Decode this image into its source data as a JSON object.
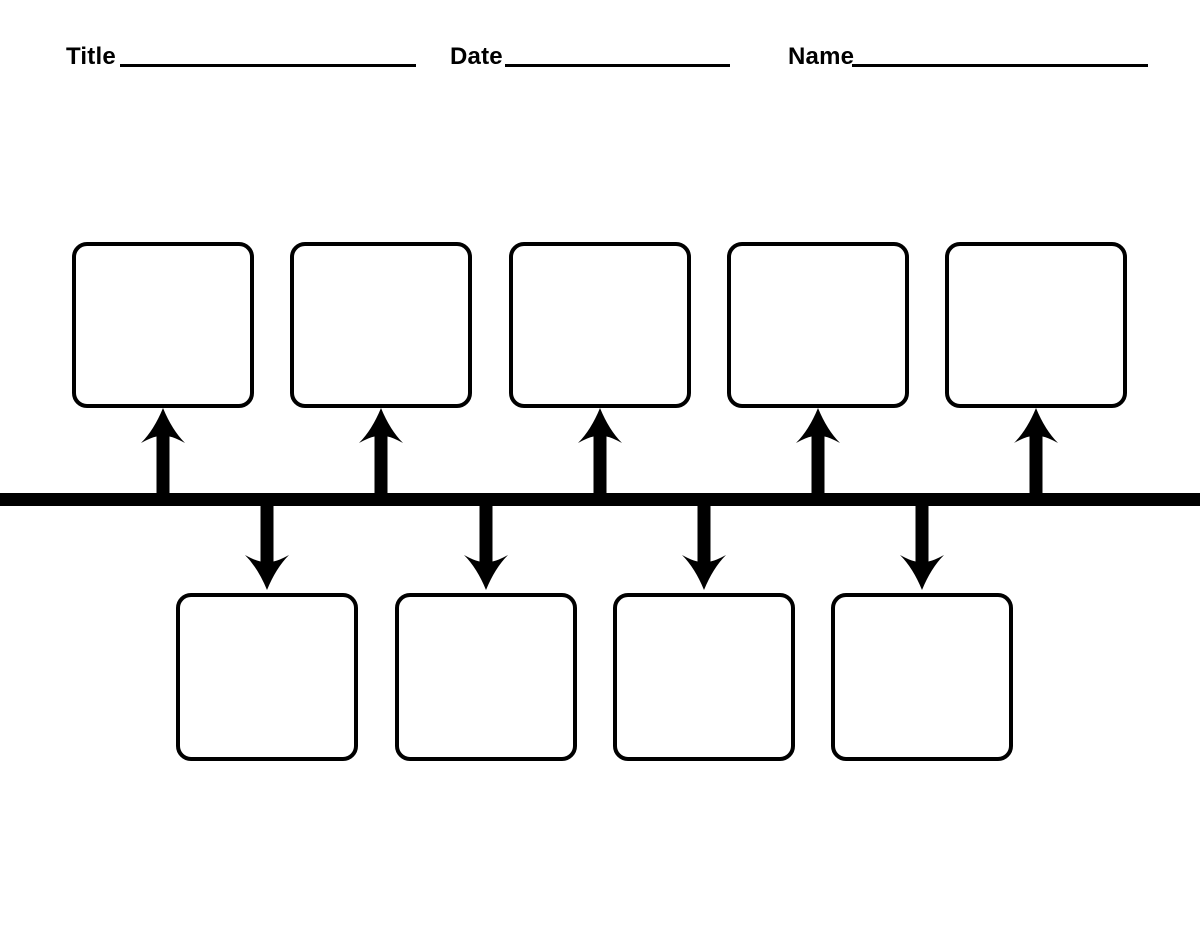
{
  "page": {
    "kind": "blank-timeline-worksheet",
    "background_color": "#ffffff",
    "ink_color": "#000000"
  },
  "header": {
    "title_label": "Title",
    "title_value": "",
    "date_label": "Date",
    "date_value": "",
    "name_label": "Name",
    "name_value": ""
  },
  "timeline": {
    "bar_color": "#000000",
    "orientation": "horizontal",
    "events_above": [
      {
        "id": "above-1",
        "text": ""
      },
      {
        "id": "above-2",
        "text": ""
      },
      {
        "id": "above-3",
        "text": ""
      },
      {
        "id": "above-4",
        "text": ""
      },
      {
        "id": "above-5",
        "text": ""
      }
    ],
    "events_below": [
      {
        "id": "below-1",
        "text": ""
      },
      {
        "id": "below-2",
        "text": ""
      },
      {
        "id": "below-3",
        "text": ""
      },
      {
        "id": "below-4",
        "text": ""
      }
    ]
  }
}
